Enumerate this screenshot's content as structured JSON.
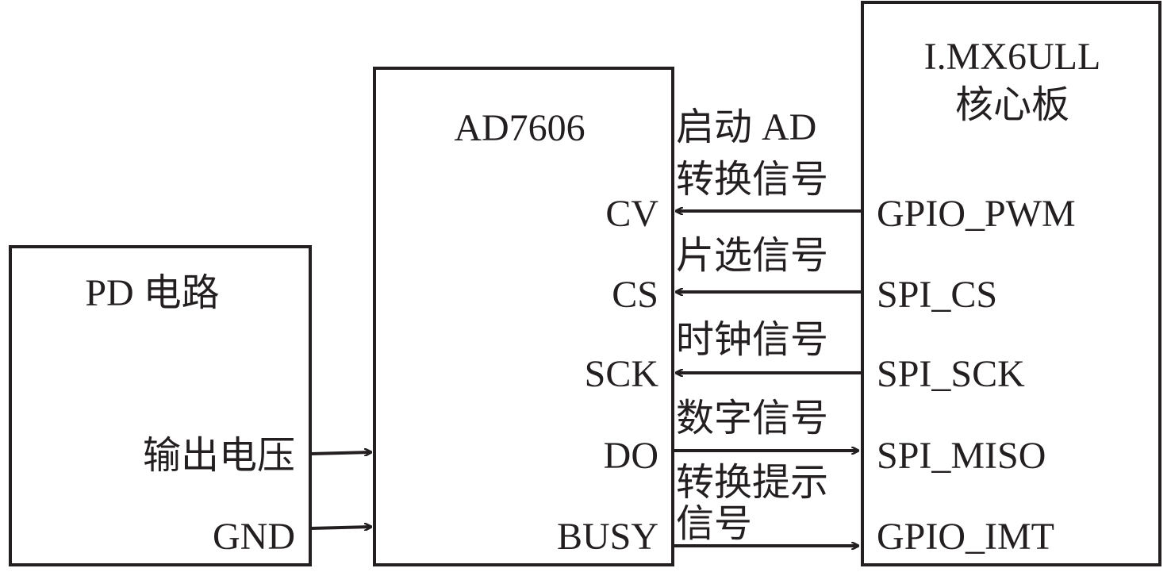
{
  "pd_block": {
    "title": "PD 电路",
    "pin_vout": "输出电压",
    "pin_gnd": "GND"
  },
  "ad_block": {
    "title": "AD7606",
    "pin_cv": "CV",
    "pin_cs": "CS",
    "pin_sck": "SCK",
    "pin_do": "DO",
    "pin_busy": "BUSY"
  },
  "mcu_block": {
    "title_line1": "I.MX6ULL",
    "title_line2": "核心板",
    "pin_gpio_pwm": "GPIO_PWM",
    "pin_spi_cs": "SPI_CS",
    "pin_spi_sck": "SPI_SCK",
    "pin_spi_miso": "SPI_MISO",
    "pin_gpio_imt": "GPIO_IMT"
  },
  "signals": {
    "start_conv_line1": "启动 AD",
    "start_conv_line2": "转换信号",
    "chip_select": "片选信号",
    "clock": "时钟信号",
    "digital": "数字信号",
    "busy_line1": "转换提示",
    "busy_line2": "信号"
  },
  "colors": {
    "line": "#231f20",
    "text": "#231f20",
    "background": "#ffffff"
  }
}
